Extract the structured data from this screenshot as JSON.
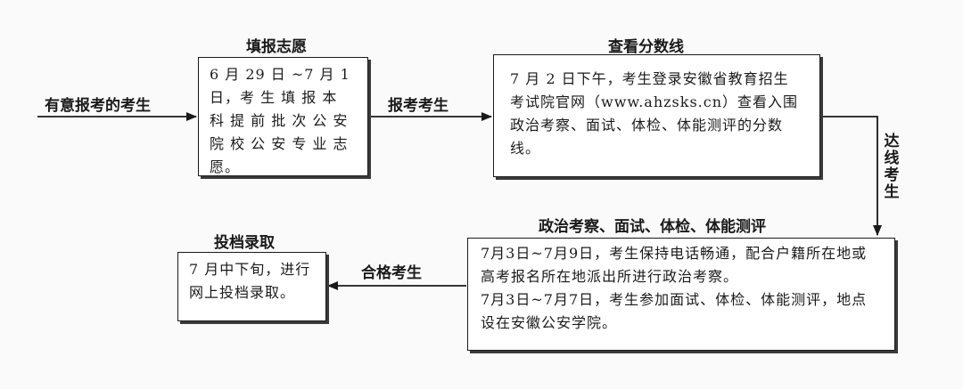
{
  "step1": {
    "title": "填报志愿",
    "text": "6 月 29 日 ~7 月 1 日，考 生 填 报 本 科 提 前 批 次 公 安 院 校 公 安 专 业 志 愿。"
  },
  "step2": {
    "title": "查看分数线",
    "text": "7 月 2 日下午，考生登录安徽省教育招生考试院官网（www.ahzsks.cn）查看入围政治考察、面试、体检、体能测评的分数线。"
  },
  "step3": {
    "title": "政治考察、面试、体检、体能测评",
    "text1": "7月3日~7月9日，考生保持电话畅通，配合户籍所在地或高考报名所在地派出所进行政治考察。",
    "text2": "7月3日~7月7日，考生参加面试、体检、体能测评，地点设在安徽公安学院。"
  },
  "step4": {
    "title": "投档录取",
    "text": "7 月中下旬，进行网上投档录取。"
  },
  "arrows": {
    "entry_label": "有意报考的考生",
    "to_step2_label": "报考考生",
    "to_step3_label": "达线考生",
    "to_step4_label": "合格考生"
  }
}
